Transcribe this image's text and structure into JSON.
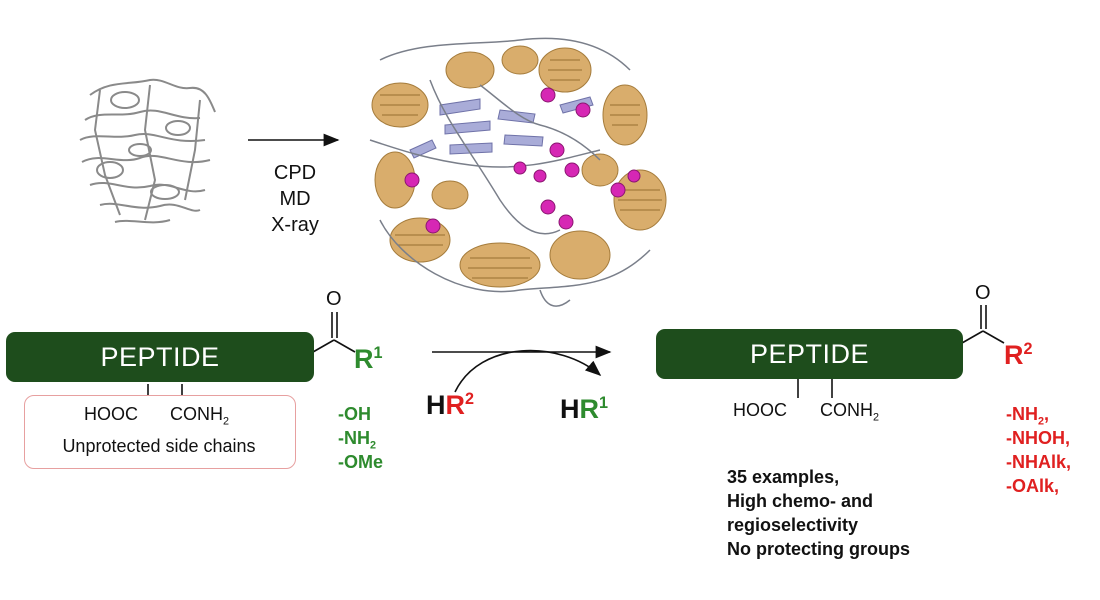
{
  "arrow_conditions": [
    "CPD",
    "MD",
    "X-ray"
  ],
  "left_peptide": {
    "label": "PEPTIDE",
    "carbonyl_o": "O",
    "r_symbol": "R",
    "r_sup": "1",
    "side_chains": {
      "hooc": "HOOC",
      "conh": "CONH",
      "conh_sub": "2"
    },
    "protect_note": "Unprotected side chains",
    "r1_options": [
      "-OH",
      "-NH",
      "-OMe"
    ],
    "r1_nh_sub": "2"
  },
  "reaction": {
    "reagent_h": "H",
    "reagent_r": "R",
    "reagent_sup": "2",
    "product_h": "H",
    "product_r": "R",
    "product_sup": "1"
  },
  "right_peptide": {
    "label": "PEPTIDE",
    "carbonyl_o": "O",
    "r_symbol": "R",
    "r_sup": "2",
    "side_chains": {
      "hooc": "HOOC",
      "conh": "CONH",
      "conh_sub": "2"
    },
    "r2_options": [
      {
        "text": "-NH",
        "sub": "2",
        "tail": ","
      },
      {
        "text": "-NHOH",
        "sub": "",
        "tail": ","
      },
      {
        "text": "-NHAlk",
        "sub": "",
        "tail": ","
      },
      {
        "text": "-OAlk",
        "sub": "",
        "tail": ","
      }
    ]
  },
  "summary": [
    "35 examples,",
    "High chemo- and",
    "regioselectivity",
    "No protecting groups"
  ],
  "colors": {
    "peptide_box": "#1e4d1c",
    "r1_green": "#2e8b2e",
    "r2_red": "#e02020",
    "protect_border": "#e7a0a0",
    "helix_tan": "#d9ad6c",
    "sheet_lavender": "#a9acd8",
    "metal_magenta": "#d627b4"
  },
  "icons": [
    "small-protein-structure-icon",
    "large-enzyme-structure-icon"
  ]
}
